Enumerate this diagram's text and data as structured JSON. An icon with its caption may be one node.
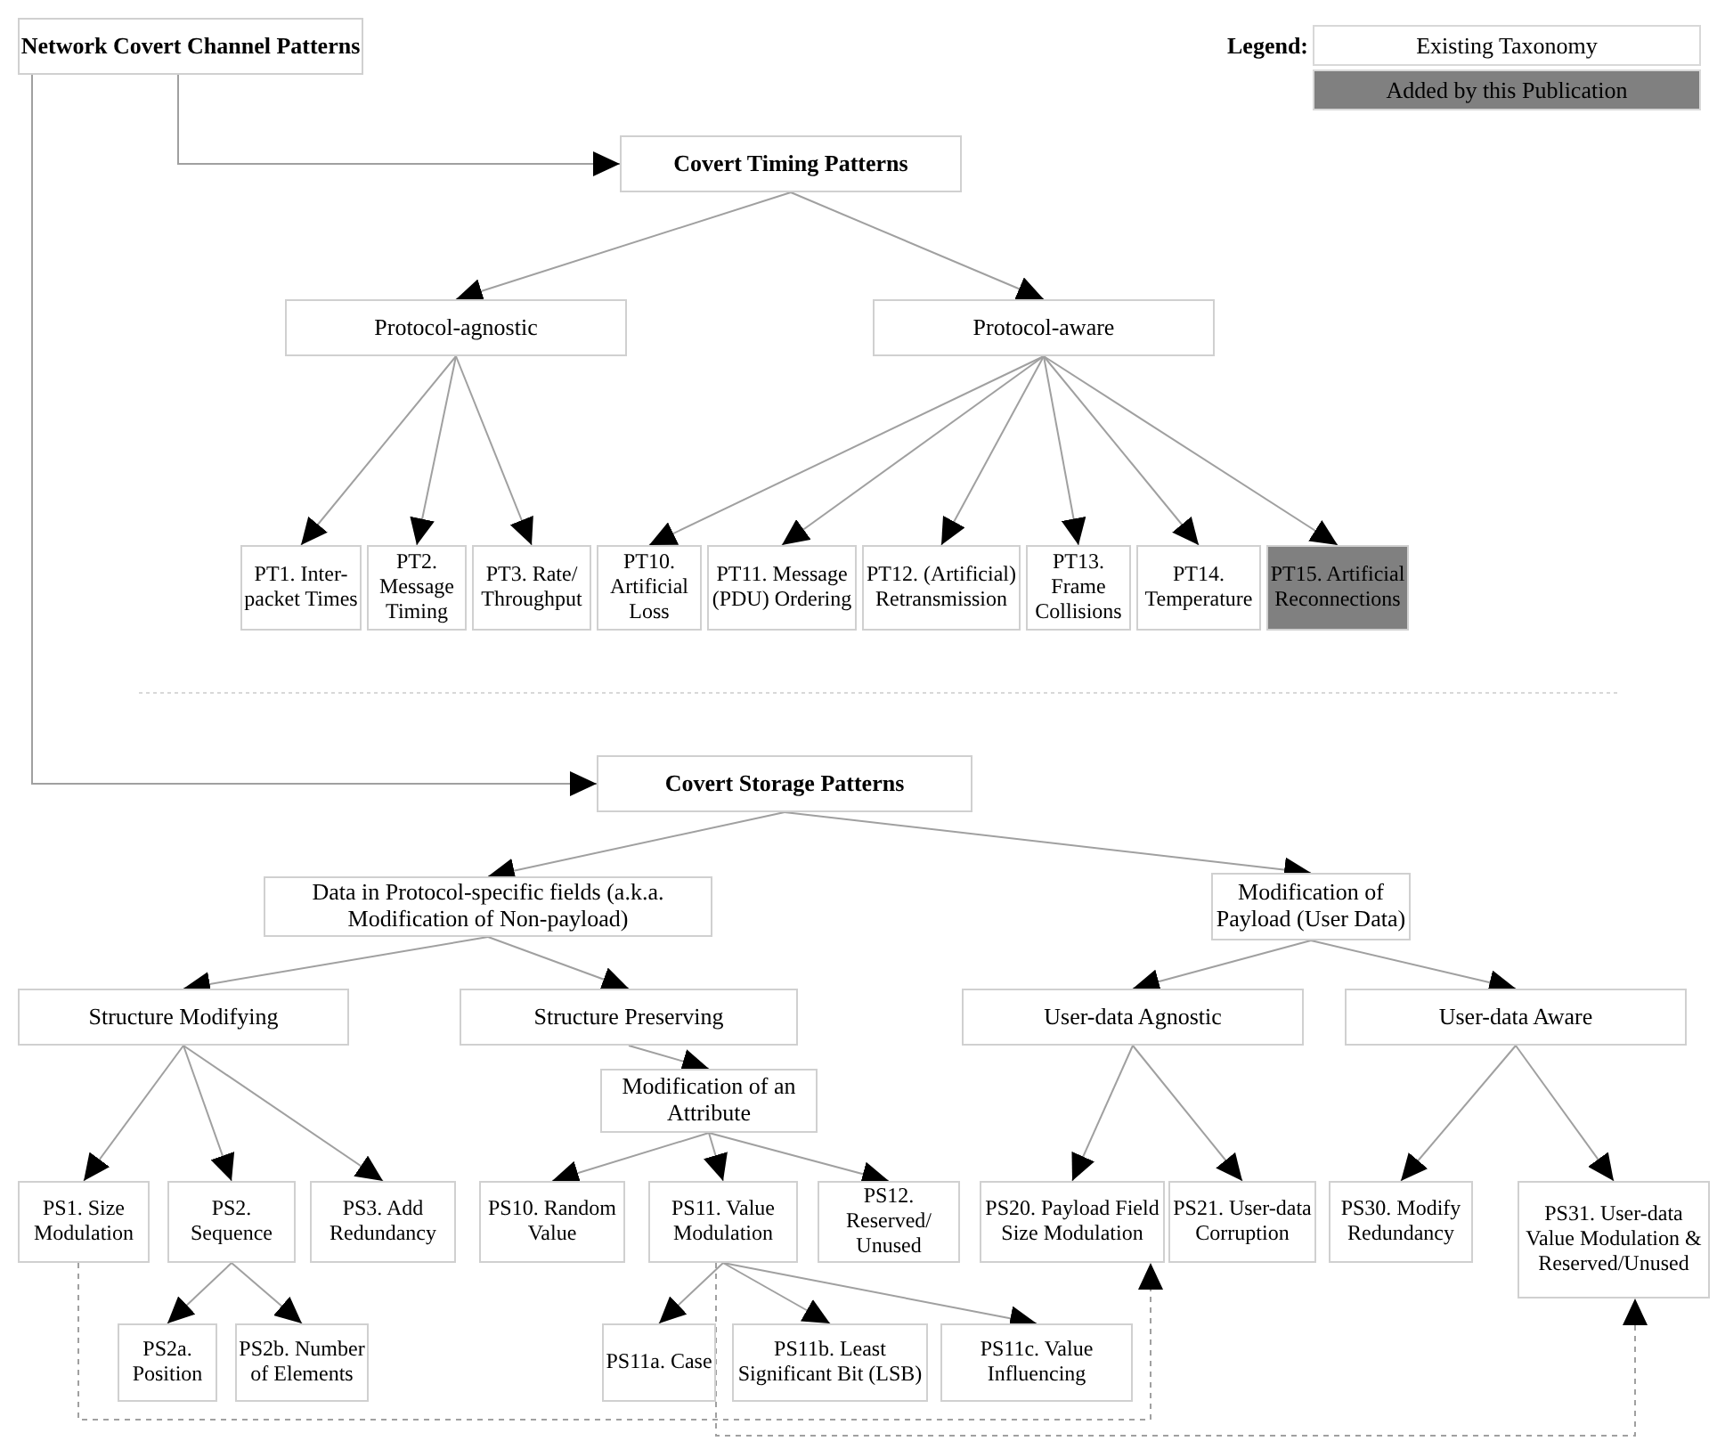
{
  "diagram": {
    "nodes": [
      {
        "text": [
          "Network Covert Channel Patterns"
        ]
      },
      {
        "text": [
          "Covert Timing Patterns"
        ]
      },
      {
        "text": [
          "Protocol-agnostic"
        ]
      },
      {
        "text": [
          "Protocol-aware"
        ]
      },
      {
        "text": [
          "PT1. Inter-packet Times"
        ]
      },
      {
        "text": [
          "PT2. Message Timing"
        ]
      },
      {
        "text": [
          "PT3. Rate/ Throughput"
        ]
      },
      {
        "text": [
          "PT10. Artificial Loss"
        ]
      },
      {
        "text": [
          "PT11. Message (PDU) Ordering"
        ]
      },
      {
        "text": [
          "PT12. (Artificial) Retransmission"
        ]
      },
      {
        "text": [
          "PT13. Frame Collisions"
        ]
      },
      {
        "text": [
          "PT14. Temperature"
        ]
      },
      {
        "text": [
          "PT15. Artificial Reconnections"
        ]
      },
      {
        "text": [
          "Covert Storage Patterns"
        ]
      },
      {
        "text": [
          "Data in Protocol-specific fields (a.k.a. Modification of Non-payload)"
        ]
      },
      {
        "text": [
          "Modification of Payload (User Data)"
        ]
      },
      {
        "text": [
          "Structure Modifying"
        ]
      },
      {
        "text": [
          "Structure Preserving"
        ]
      },
      {
        "text": [
          "Modification of an Attribute"
        ]
      },
      {
        "text": [
          "User-data Agnostic"
        ]
      },
      {
        "text": [
          "User-data Aware"
        ]
      },
      {
        "text": [
          "PS1. Size Modulation"
        ]
      },
      {
        "text": [
          "PS2. Sequence"
        ]
      },
      {
        "text": [
          "PS3. Add Redundancy"
        ]
      },
      {
        "text": [
          "PS10. Random Value"
        ]
      },
      {
        "text": [
          "PS11. Value Modulation"
        ]
      },
      {
        "text": [
          "PS12. Reserved/ Unused"
        ]
      },
      {
        "text": [
          "PS20. Payload Field Size Modulation"
        ]
      },
      {
        "text": [
          "PS21. User-data Corruption"
        ]
      },
      {
        "text": [
          "PS30. Modify Redundancy"
        ]
      },
      {
        "text": [
          "PS31. User-data Value Modulation & Reserved/Unused"
        ]
      },
      {
        "text": [
          "PS2a. Position"
        ]
      },
      {
        "text": [
          "PS2b. Number of Elements"
        ]
      },
      {
        "text": [
          "PS11a. Case"
        ]
      },
      {
        "text": [
          "PS11b. Least Significant Bit (LSB)"
        ]
      },
      {
        "text": [
          "PS11c. Value Influencing"
        ]
      }
    ],
    "edges": [
      {
        "from": 0,
        "to": 1,
        "arrow": "to"
      },
      {
        "from": 0,
        "to": 13,
        "arrow": "to"
      },
      {
        "from": 1,
        "to": 2,
        "arrow": "to"
      },
      {
        "from": 1,
        "to": 3,
        "arrow": "to"
      },
      {
        "from": 2,
        "to": 4,
        "arrow": "to"
      },
      {
        "from": 2,
        "to": 5,
        "arrow": "to"
      },
      {
        "from": 2,
        "to": 6,
        "arrow": "to"
      },
      {
        "from": 3,
        "to": 7,
        "arrow": "to"
      },
      {
        "from": 3,
        "to": 8,
        "arrow": "to"
      },
      {
        "from": 3,
        "to": 9,
        "arrow": "to"
      },
      {
        "from": 3,
        "to": 10,
        "arrow": "to"
      },
      {
        "from": 3,
        "to": 11,
        "arrow": "to"
      },
      {
        "from": 3,
        "to": 12,
        "arrow": "to"
      },
      {
        "from": 13,
        "to": 14,
        "arrow": "to"
      },
      {
        "from": 13,
        "to": 15,
        "arrow": "to"
      },
      {
        "from": 14,
        "to": 16,
        "arrow": "to"
      },
      {
        "from": 14,
        "to": 17,
        "arrow": "to"
      },
      {
        "from": 17,
        "to": 18,
        "arrow": "to"
      },
      {
        "from": 15,
        "to": 19,
        "arrow": "to"
      },
      {
        "from": 15,
        "to": 20,
        "arrow": "to"
      },
      {
        "from": 16,
        "to": 21,
        "arrow": "to"
      },
      {
        "from": 16,
        "to": 22,
        "arrow": "to"
      },
      {
        "from": 16,
        "to": 23,
        "arrow": "to"
      },
      {
        "from": 22,
        "to": 31,
        "arrow": "to"
      },
      {
        "from": 22,
        "to": 32,
        "arrow": "to"
      },
      {
        "from": 18,
        "to": 24,
        "arrow": "to"
      },
      {
        "from": 18,
        "to": 25,
        "arrow": "to"
      },
      {
        "from": 18,
        "to": 26,
        "arrow": "to"
      },
      {
        "from": 25,
        "to": 33,
        "arrow": "to"
      },
      {
        "from": 25,
        "to": 34,
        "arrow": "to"
      },
      {
        "from": 25,
        "to": 35,
        "arrow": "to"
      },
      {
        "from": 19,
        "to": 27,
        "arrow": "to"
      },
      {
        "from": 19,
        "to": 28,
        "arrow": "to"
      },
      {
        "from": 20,
        "to": 29,
        "arrow": "to"
      },
      {
        "from": 20,
        "to": 30,
        "arrow": "to"
      },
      {
        "from": 21,
        "to": 27,
        "arrow": "to",
        "style": "dashed"
      },
      {
        "from": 25,
        "to": 30,
        "arrow": "to",
        "style": "dashed"
      }
    ],
    "labels": [
      "Legend:"
    ],
    "legend": [
      {
        "text": "Existing Taxonomy",
        "color": "#ffffff"
      },
      {
        "text": "Added by this Publication",
        "color": "#808080"
      }
    ]
  }
}
